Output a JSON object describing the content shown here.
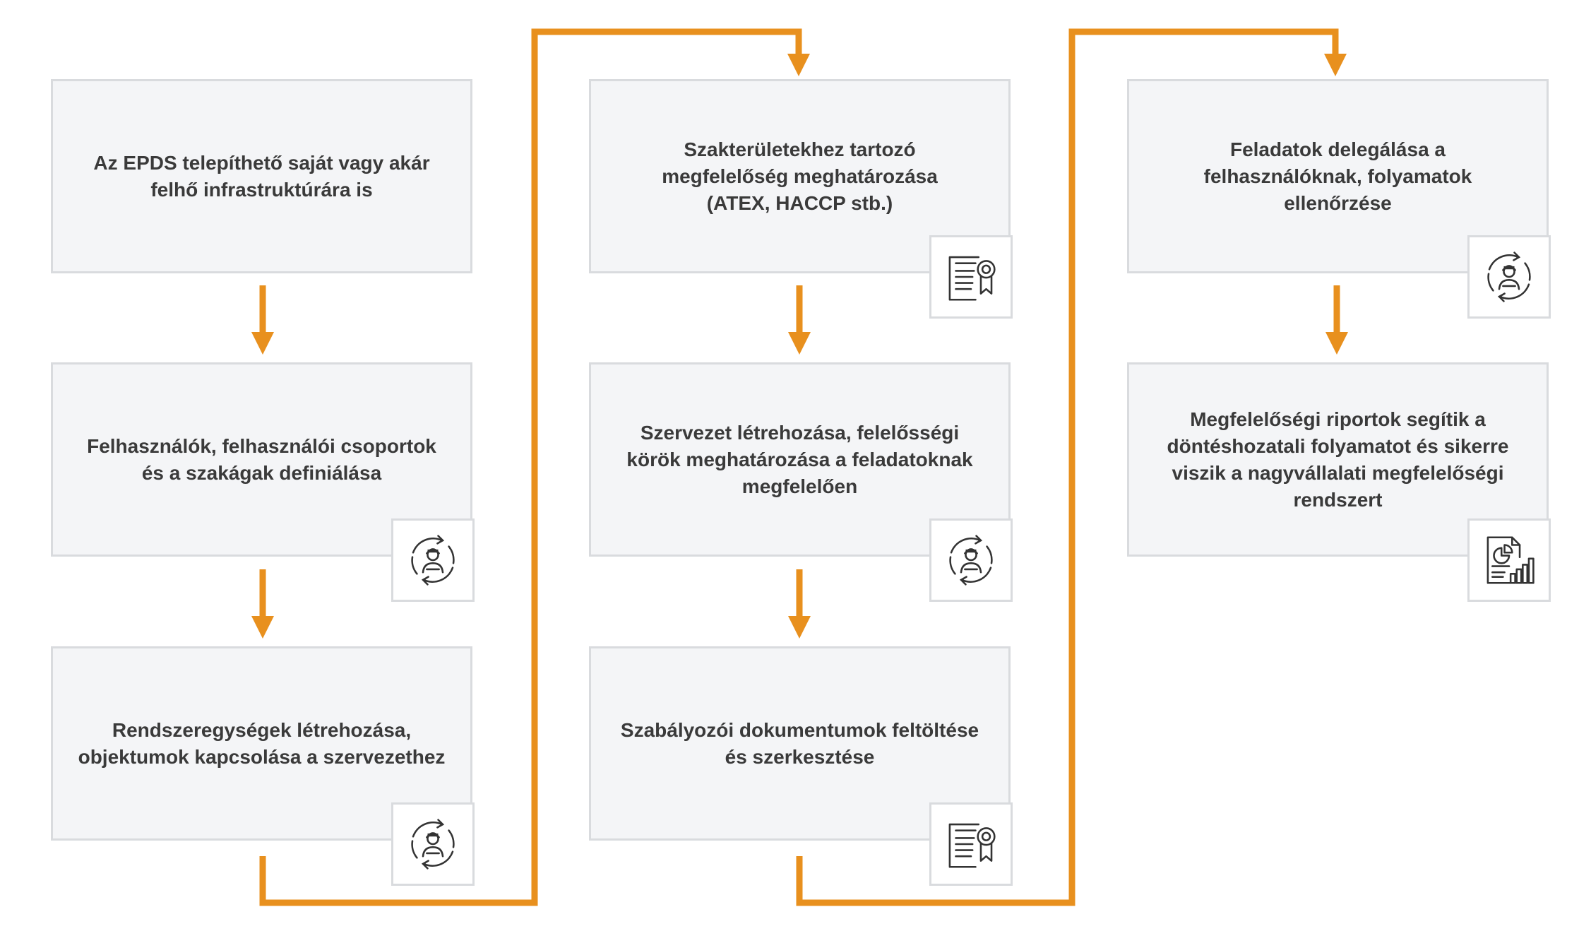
{
  "diagram": {
    "accent_color": "#e8901e",
    "box_fill": "#f4f5f7",
    "box_border": "#d9dbde",
    "text_color": "#3a3a3a",
    "steps": [
      {
        "id": "step-1",
        "text": "Az EPDS telepíthető saját vagy akár\nfelhő infrastruktúrára is",
        "icon": ""
      },
      {
        "id": "step-2",
        "text": "Felhasználók, felhasználói csoportok\nés a szakágak definiálása",
        "icon": "user-cycle-icon"
      },
      {
        "id": "step-3",
        "text": "Rendszeregységek létrehozása,\nobjektumok kapcsolása a szervezethez",
        "icon": "user-cycle-icon"
      },
      {
        "id": "step-4",
        "text": "Szakterületekhez tartozó\nmegfelelőség meghatározása\n(ATEX, HACCP stb.)",
        "icon": "certificate-icon"
      },
      {
        "id": "step-5",
        "text": "Szervezet létrehozása, felelősségi\nkörök meghatározása a feladatoknak\nmegfelelően",
        "icon": "user-cycle-icon"
      },
      {
        "id": "step-6",
        "text": "Szabályozói dokumentumok feltöltése\nés szerkesztése",
        "icon": "certificate-icon"
      },
      {
        "id": "step-7",
        "text": "Feladatok delegálása a\nfelhasználóknak, folyamatok\nellenőrzése",
        "icon": "user-cycle-icon"
      },
      {
        "id": "step-8",
        "text": "Megfelelőségi riportok segítik a\ndöntéshozatali folyamatot és sikerre\nviszik a nagyvállalati megfelelőségi\nrendszert",
        "icon": "report-chart-icon"
      }
    ]
  }
}
